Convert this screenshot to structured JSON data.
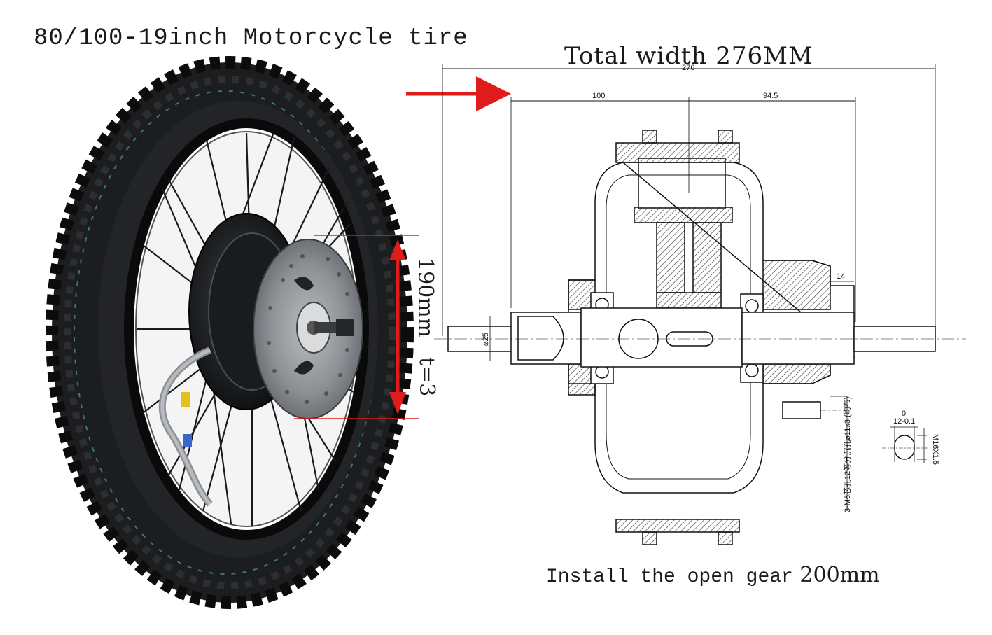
{
  "labels": {
    "tire_title": "80/100-19inch Motorcycle tire",
    "total_width_prefix": "Total width",
    "total_width_value": "276MM",
    "caption_prefix": "Install the open gear",
    "caption_value": "200mm",
    "disc_diameter": "190mm",
    "disc_thickness": "t=3"
  },
  "dimensions": {
    "overall": "276",
    "left_half": "100",
    "right_half": "94.5",
    "hub_offset": "14",
    "shaft_dia": "⌀25",
    "flat_width": "12-0.1",
    "flat_tol_top": "0",
    "thread": "M16X1.5",
    "note": "3-M6芯孔12等分沉孔⌀11x3 (均布)"
  },
  "colors": {
    "accent_red": "#e01b1b",
    "line": "#111111",
    "hatch": "#333333"
  }
}
